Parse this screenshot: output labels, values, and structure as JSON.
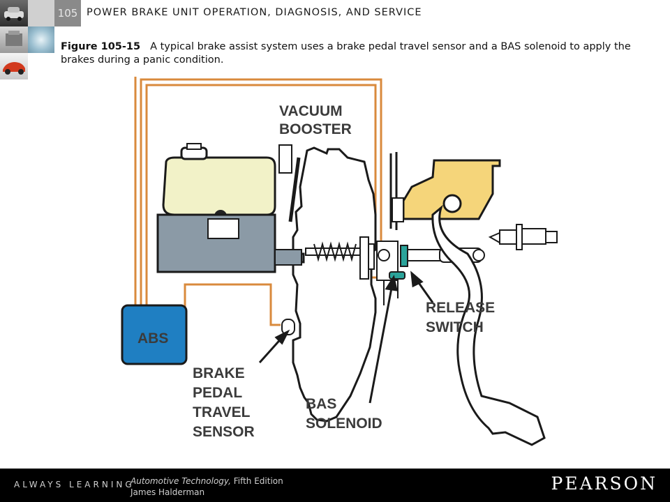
{
  "header": {
    "chapter_number": "105",
    "chapter_title": "POWER BRAKE UNIT OPERATION, DIAGNOSIS, AND SERVICE"
  },
  "caption": {
    "figure_label": "Figure 105-15",
    "text": "A typical brake assist system uses a brake pedal travel sensor and a BAS solenoid to apply the brakes during a panic condition."
  },
  "diagram": {
    "labels": {
      "vacuum_booster_line1": "VACUUM",
      "vacuum_booster_line2": "BOOSTER",
      "abs": "ABS",
      "release_switch_line1": "RELEASE",
      "release_switch_line2": "SWITCH",
      "brake_sensor_line1": "BRAKE",
      "brake_sensor_line2": "PEDAL",
      "brake_sensor_line3": "TRAVEL",
      "brake_sensor_line4": "SENSOR",
      "bas_solenoid_line1": "BAS",
      "bas_solenoid_line2": "SOLENOID"
    },
    "colors": {
      "wire": "#d98a3c",
      "reservoir": "#f2f2c8",
      "master_cylinder": "#8b9aa6",
      "abs_box": "#1f7fc2",
      "bracket": "#f5d57a",
      "solenoid": "#2aa39a"
    }
  },
  "footer": {
    "always_learning": "ALWAYS LEARNING",
    "book_title": "Automotive Technology,",
    "book_edition": " Fifth Edition",
    "author": "James Halderman",
    "brand": "PEARSON"
  }
}
